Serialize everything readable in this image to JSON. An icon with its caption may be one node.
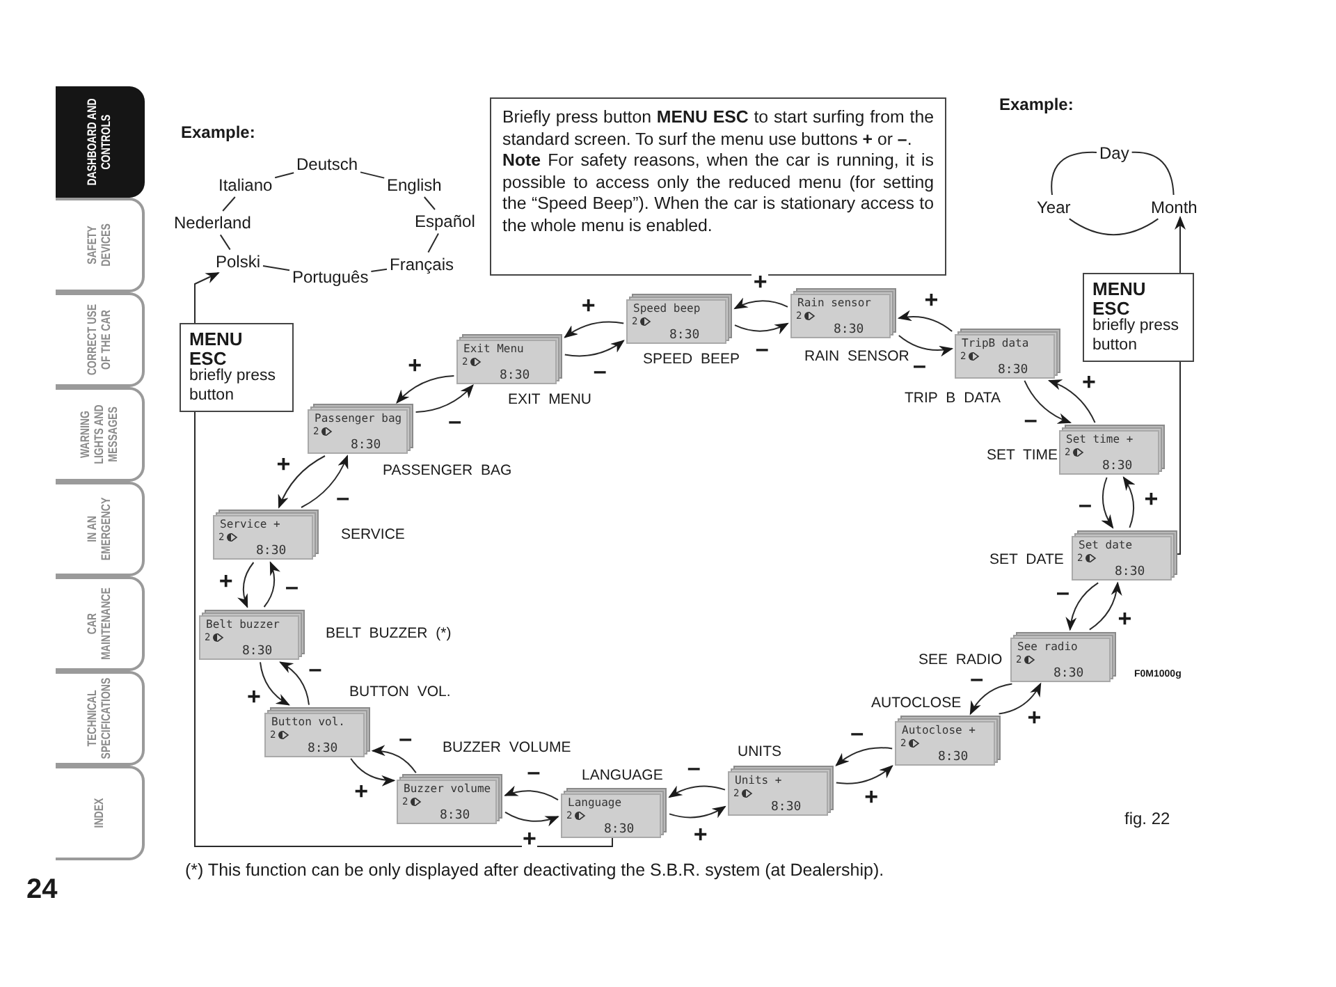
{
  "diagram": {
    "nodes": [
      {
        "text": [
          "DASHBOARD AND CONTROLS"
        ]
      },
      {
        "text": [
          "SAFETY DEVICES"
        ]
      },
      {
        "text": [
          "CORRECT USE OF THE CAR"
        ]
      },
      {
        "text": [
          "WARNING LIGHTS AND MESSAGES"
        ]
      },
      {
        "text": [
          "IN AN EMERGENCY"
        ]
      },
      {
        "text": [
          "CAR MAINTENANCE"
        ]
      },
      {
        "text": [
          "TECHNICAL SPECIFICATIONS"
        ]
      },
      {
        "text": [
          "INDEX"
        ]
      },
      {
        "text": [
          "Deutsch"
        ]
      },
      {
        "text": [
          "Italiano"
        ]
      },
      {
        "text": [
          "English"
        ]
      },
      {
        "text": [
          "Nederland"
        ]
      },
      {
        "text": [
          "Español"
        ]
      },
      {
        "text": [
          "Polski"
        ]
      },
      {
        "text": [
          "Français"
        ]
      },
      {
        "text": [
          "Português"
        ]
      },
      {
        "text": [
          "Briefly press button **MENU ESC** to start surfing from the standard screen. To surf the menu use buttons **+** or **–**.",
          "**Note** For safety reasons, when the car is running, it is possible to access only the reduced menu (for setting the “Speed Beep”). When the car is stationary access to the whole menu is enabled."
        ]
      },
      {
        "text": [
          "Day"
        ]
      },
      {
        "text": [
          "Year"
        ]
      },
      {
        "text": [
          "Month"
        ]
      },
      {
        "text": [
          "MENU ESC",
          "briefly press button"
        ]
      },
      {
        "text": [
          "MENU ESC",
          "briefly press button"
        ]
      },
      {
        "text": [
          "Speed beep",
          "2",
          "8:30"
        ],
        "beside": [
          "SPEED BEEP"
        ]
      },
      {
        "text": [
          "Rain sensor",
          "2",
          "8:30"
        ],
        "beside": [
          "RAIN SENSOR"
        ]
      },
      {
        "text": [
          "Exit Menu",
          "2",
          "8:30"
        ],
        "beside": [
          "EXIT MENU"
        ]
      },
      {
        "text": [
          "TripB data",
          "2",
          "8:30"
        ],
        "beside": [
          "TRIP B DATA"
        ]
      },
      {
        "text": [
          "Passenger bag",
          "2",
          "8:30"
        ],
        "beside": [
          "PASSENGER BAG"
        ]
      },
      {
        "text": [
          "Set time +",
          "2",
          "8:30"
        ],
        "beside": [
          "SET TIME"
        ]
      },
      {
        "text": [
          "Service +",
          "2",
          "8:30"
        ],
        "beside": [
          "SERVICE"
        ]
      },
      {
        "text": [
          "Set date",
          "2",
          "8:30"
        ],
        "beside": [
          "SET DATE"
        ]
      },
      {
        "text": [
          "Belt buzzer",
          "2",
          "8:30"
        ],
        "beside": [
          "BELT BUZZER (*)"
        ]
      },
      {
        "text": [
          "See radio",
          "2",
          "8:30"
        ],
        "beside": [
          "SEE RADIO"
        ]
      },
      {
        "text": [
          "Button vol.",
          "2",
          "8:30"
        ],
        "beside": [
          "BUTTON VOL."
        ]
      },
      {
        "text": [
          "Autoclose +",
          "2",
          "8:30"
        ],
        "beside": [
          "AUTOCLOSE"
        ]
      },
      {
        "text": [
          "Units +",
          "2",
          "8:30"
        ],
        "beside": [
          "UNITS"
        ]
      },
      {
        "text": [
          "Buzzer volume",
          "2",
          "8:30"
        ],
        "beside": [
          "BUZZER VOLUME"
        ]
      },
      {
        "text": [
          "Language",
          "2",
          "8:30"
        ],
        "beside": [
          "LANGUAGE"
        ]
      }
    ],
    "edges": [
      {
        "from": 9,
        "to": 8,
        "arrow": "none"
      },
      {
        "from": 8,
        "to": 10,
        "arrow": "none"
      },
      {
        "from": 10,
        "to": 12,
        "arrow": "none"
      },
      {
        "from": 12,
        "to": 14,
        "arrow": "none"
      },
      {
        "from": 14,
        "to": 15,
        "arrow": "none"
      },
      {
        "from": 15,
        "to": 13,
        "arrow": "none"
      },
      {
        "from": 13,
        "to": 11,
        "arrow": "none"
      },
      {
        "from": 11,
        "to": 9,
        "arrow": "none"
      },
      {
        "from": 18,
        "to": 17,
        "arrow": "none"
      },
      {
        "from": 17,
        "to": 19,
        "arrow": "none"
      },
      {
        "from": 19,
        "to": 18,
        "arrow": "none"
      },
      {
        "from": 32,
        "to": 35,
        "arrow": "to",
        "label": "+"
      },
      {
        "from": 35,
        "to": 32,
        "arrow": "to",
        "label": "–"
      },
      {
        "from": 35,
        "to": 36,
        "arrow": "to",
        "label": "+"
      },
      {
        "from": 36,
        "to": 35,
        "arrow": "to",
        "label": "–"
      },
      {
        "from": 36,
        "to": 34,
        "arrow": "to",
        "label": "+"
      },
      {
        "from": 34,
        "to": 36,
        "arrow": "to",
        "label": "–"
      },
      {
        "from": 34,
        "to": 33,
        "arrow": "to",
        "label": "+"
      },
      {
        "from": 33,
        "to": 34,
        "arrow": "to",
        "label": "–"
      },
      {
        "from": 33,
        "to": 31,
        "arrow": "to",
        "label": "+"
      },
      {
        "from": 31,
        "to": 33,
        "arrow": "to",
        "label": "–"
      },
      {
        "from": 31,
        "to": 29,
        "arrow": "to",
        "label": "+"
      },
      {
        "from": 29,
        "to": 31,
        "arrow": "to",
        "label": "–"
      },
      {
        "from": 29,
        "to": 27,
        "arrow": "to",
        "label": "+"
      },
      {
        "from": 27,
        "to": 29,
        "arrow": "to",
        "label": "–"
      },
      {
        "from": 27,
        "to": 25,
        "arrow": "to",
        "label": "+"
      },
      {
        "from": 25,
        "to": 27,
        "arrow": "to",
        "label": "–"
      },
      {
        "from": 25,
        "to": 23,
        "arrow": "to",
        "label": "+"
      },
      {
        "from": 23,
        "to": 25,
        "arrow": "to",
        "label": "–"
      },
      {
        "from": 23,
        "to": 22,
        "arrow": "to",
        "label": "+"
      },
      {
        "from": 22,
        "to": 23,
        "arrow": "to",
        "label": "–"
      },
      {
        "from": 22,
        "to": 24,
        "arrow": "to",
        "label": "+"
      },
      {
        "from": 24,
        "to": 22,
        "arrow": "to",
        "label": "–"
      },
      {
        "from": 24,
        "to": 26,
        "arrow": "to",
        "label": "+"
      },
      {
        "from": 26,
        "to": 24,
        "arrow": "to",
        "label": "–"
      },
      {
        "from": 26,
        "to": 28,
        "arrow": "to",
        "label": "+"
      },
      {
        "from": 28,
        "to": 26,
        "arrow": "to",
        "label": "–"
      },
      {
        "from": 28,
        "to": 30,
        "arrow": "to",
        "label": "+"
      },
      {
        "from": 30,
        "to": 28,
        "arrow": "to",
        "label": "–"
      },
      {
        "from": 30,
        "to": 32,
        "arrow": "to",
        "label": "+"
      },
      {
        "from": 32,
        "to": 30,
        "arrow": "to",
        "label": "–"
      },
      {
        "from": 36,
        "to": 21,
        "arrow": "none"
      },
      {
        "from": 21,
        "to": 13,
        "arrow": "to"
      },
      {
        "from": 29,
        "to": 20,
        "arrow": "none"
      },
      {
        "from": 20,
        "to": 19,
        "arrow": "to"
      }
    ],
    "labels": [
      "Example:",
      "Example:",
      "F0M1000g",
      "fig. 22",
      "(*) This function can be only displayed after deactivating the S.B.R. system (at Dealership).",
      "24"
    ]
  }
}
